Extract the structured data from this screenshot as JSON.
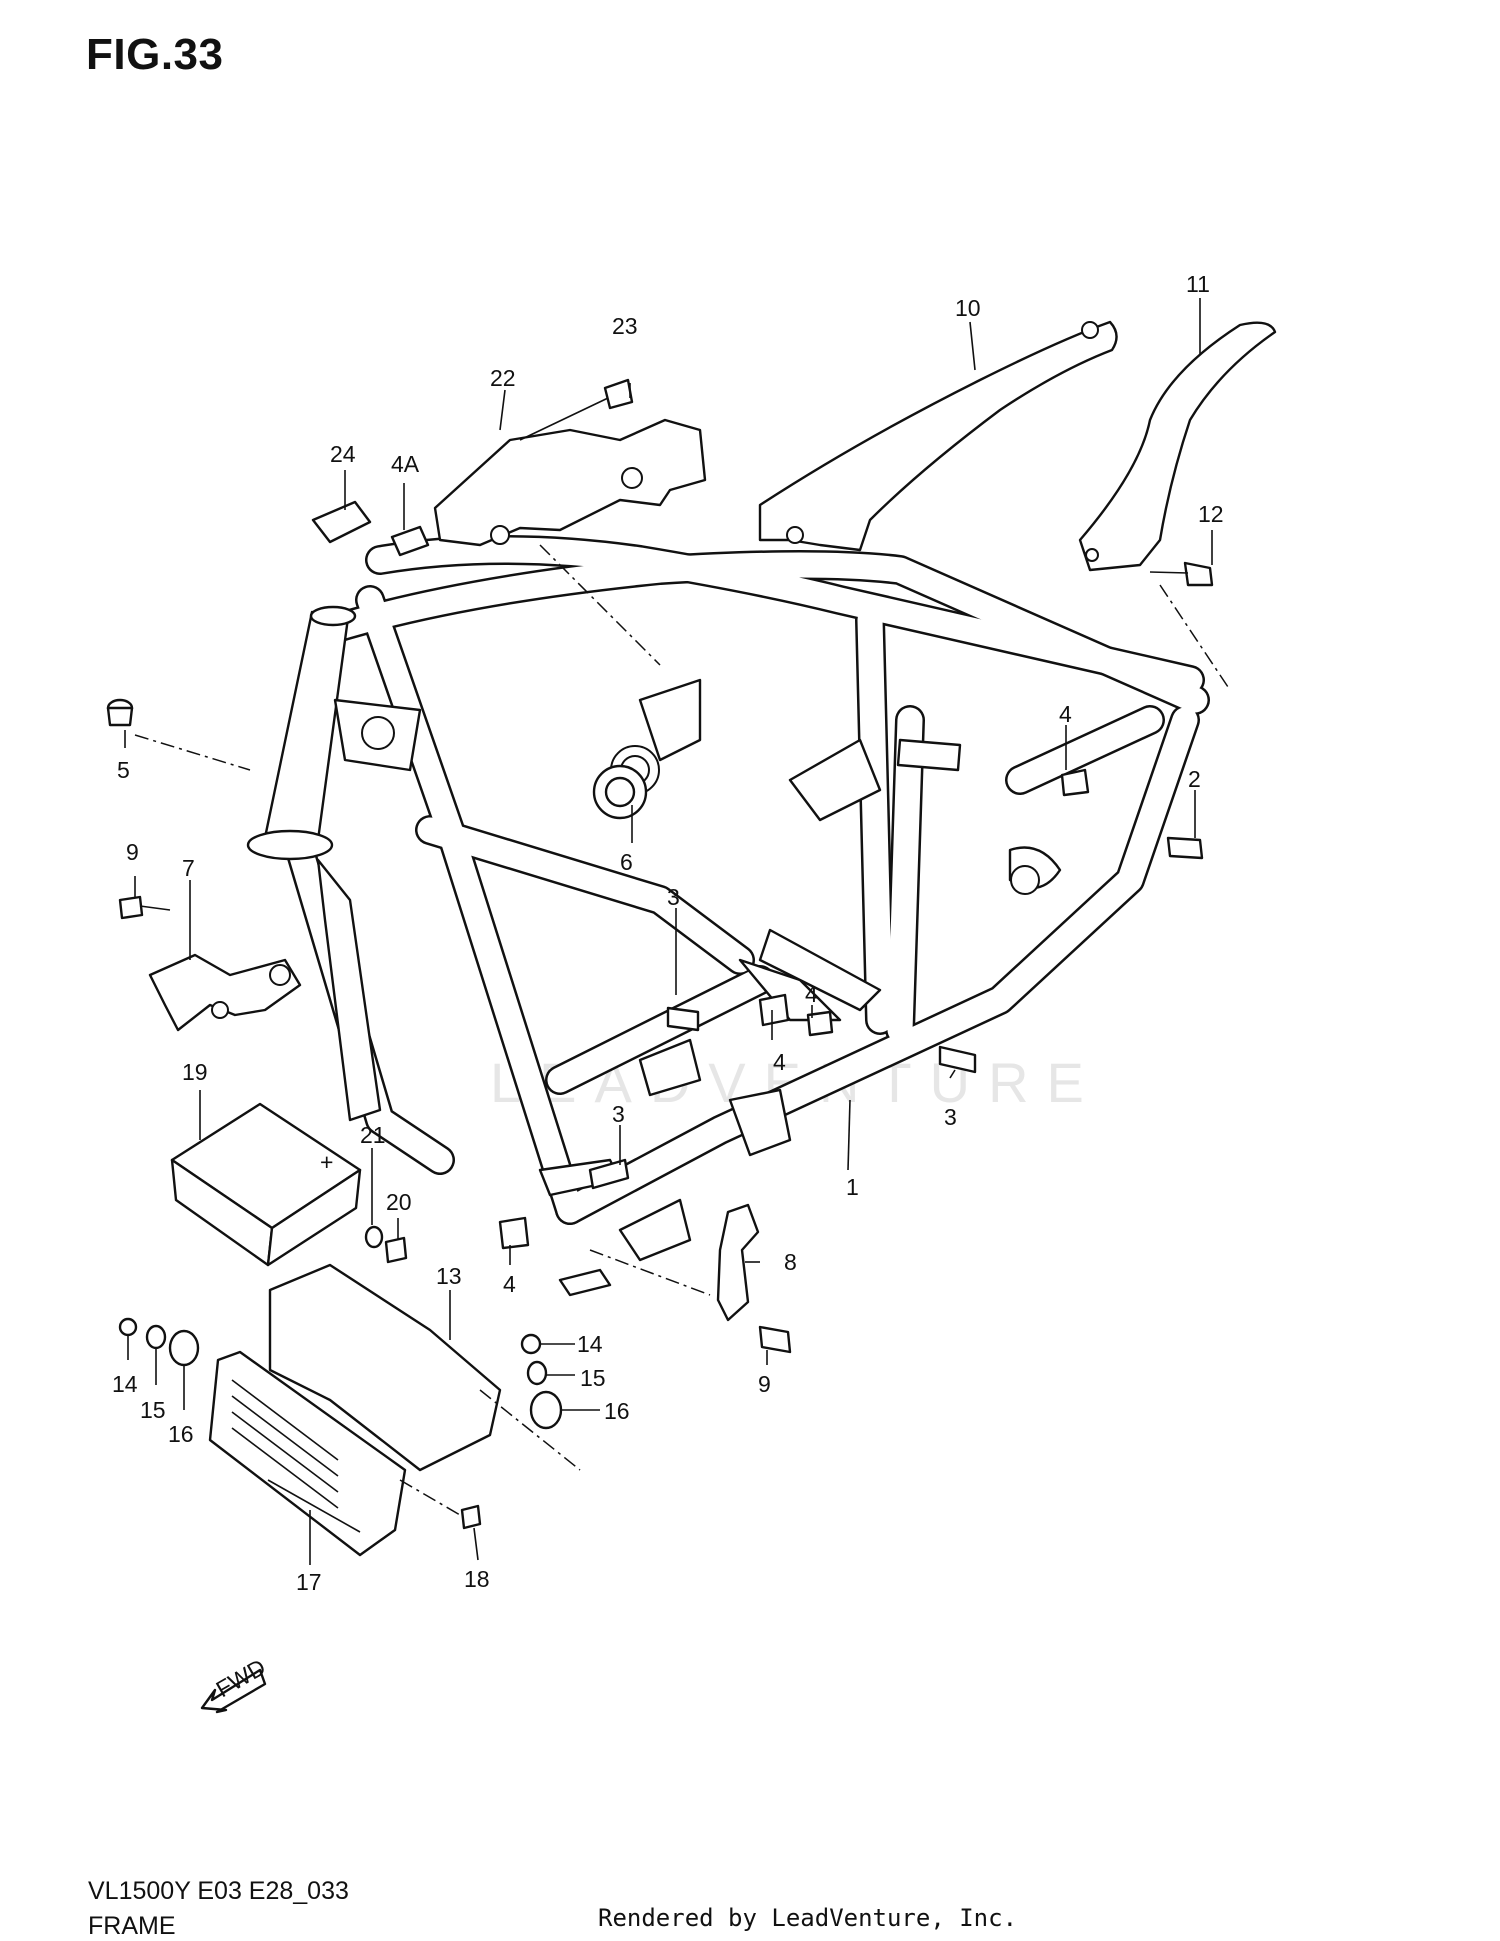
{
  "figure": {
    "title": "FIG.33",
    "model_code": "VL1500Y E03 E28_033",
    "section_name": "FRAME",
    "credit": "Rendered by LeadVenture, Inc.",
    "watermark": "LEADVENTURE",
    "fwd_label": "FWD"
  },
  "callouts": {
    "c1": "1",
    "c2": "2",
    "c3a": "3",
    "c3b": "3",
    "c3c": "3",
    "c4a": "4",
    "c4b": "4",
    "c4c": "4",
    "c4d": "4",
    "c4A": "4A",
    "c5": "5",
    "c6": "6",
    "c7": "7",
    "c8": "8",
    "c9a": "9",
    "c9b": "9",
    "c10": "10",
    "c11": "11",
    "c12": "12",
    "c13": "13",
    "c14a": "14",
    "c14b": "14",
    "c15a": "15",
    "c15b": "15",
    "c16a": "16",
    "c16b": "16",
    "c17": "17",
    "c18": "18",
    "c19": "19",
    "c20": "20",
    "c21": "21",
    "c22": "22",
    "c23": "23",
    "c24": "24"
  },
  "colors": {
    "line": "#111111",
    "watermark": "#e6e6e6"
  }
}
